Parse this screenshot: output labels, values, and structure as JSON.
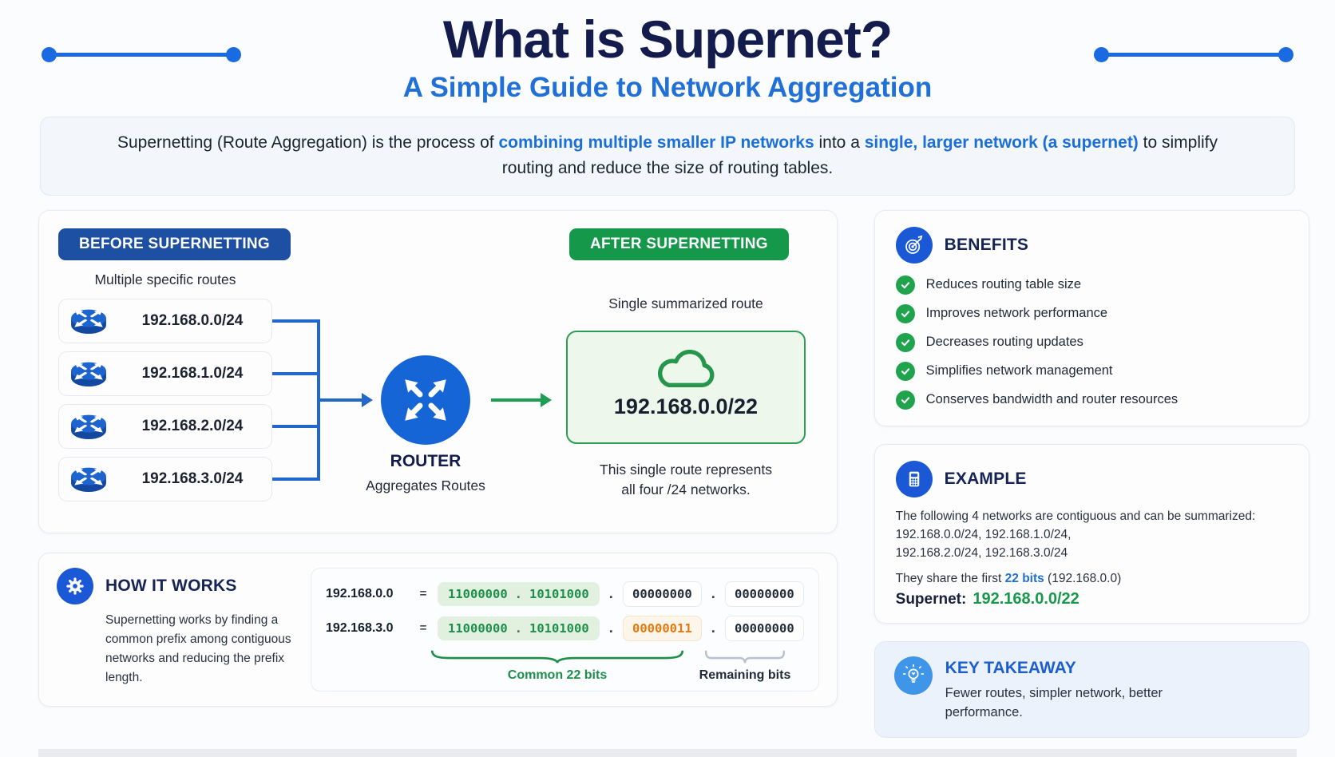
{
  "header": {
    "title": "What is Supernet?",
    "subtitle": "A Simple Guide to Network Aggregation"
  },
  "intro": {
    "seg1": "Supernetting (Route Aggregation) is the process of ",
    "highlight1": "combining multiple smaller IP networks",
    "seg2": " into a ",
    "highlight2": "single, larger network (a supernet)",
    "seg3": " to simplify routing and reduce the size of routing tables."
  },
  "diagram": {
    "before": {
      "badge": "BEFORE SUPERNETTING",
      "caption": "Multiple specific routes",
      "routes": [
        "192.168.0.0/24",
        "192.168.1.0/24",
        "192.168.2.0/24",
        "192.168.3.0/24"
      ]
    },
    "router": {
      "label": "ROUTER",
      "caption": "Aggregates Routes"
    },
    "after": {
      "badge": "AFTER SUPERNETTING",
      "caption": "Single summarized route",
      "supernet": "192.168.0.0/22",
      "note_line1": "This single route represents",
      "note_line2": "all four /24 networks."
    }
  },
  "benefits": {
    "title": "BENEFITS",
    "items": [
      "Reduces routing table size",
      "Improves network performance",
      "Decreases routing updates",
      "Simplifies network management",
      "Conserves bandwidth and router resources"
    ]
  },
  "example": {
    "title": "EXAMPLE",
    "intro": "The following 4 networks are contiguous and can be summarized:",
    "networks_line1": "192.168.0.0/24, 192.168.1.0/24,",
    "networks_line2": "192.168.2.0/24, 192.168.3.0/24",
    "share_prefix": "They share the first ",
    "share_bits": "22 bits",
    "share_suffix": " (192.168.0.0)",
    "supernet_label": "Supernet:",
    "supernet_value": "192.168.0.0/22"
  },
  "how_it_works": {
    "title": "HOW IT WORKS",
    "text": "Supernetting works by finding a common prefix among contiguous networks and reducing the prefix length."
  },
  "binary": {
    "separator": ".",
    "rows": [
      {
        "ip": "192.168.0.0",
        "eq": "=",
        "octet1": "11000000",
        "octet2": "10101000",
        "octet3": "00000000",
        "octet4": "00000000"
      },
      {
        "ip": "192.168.3.0",
        "eq": "=",
        "octet1": "11000000",
        "octet2": "10101000",
        "octet3": "00000011",
        "octet4": "00000000"
      }
    ],
    "common_label": "Common 22 bits",
    "remaining_label": "Remaining bits"
  },
  "key_takeaway": {
    "title": "KEY TAKEAWAY",
    "text": "Fewer routes, simpler network, better performance."
  },
  "colors": {
    "title_navy": "#141c4e",
    "subtitle_blue": "#2170d8",
    "badge_blue": "#1d4fa3",
    "badge_green": "#16984a",
    "router_blue": "#1565d6",
    "connector_blue": "#2268cc",
    "arrow_green": "#1d9e50",
    "check_green": "#1fa34d",
    "icon_blue": "#1a58d6",
    "takeaway_icon_blue": "#3f95e8",
    "bits_green": "#1e8e4b",
    "bits_orange": "#e0790f"
  }
}
